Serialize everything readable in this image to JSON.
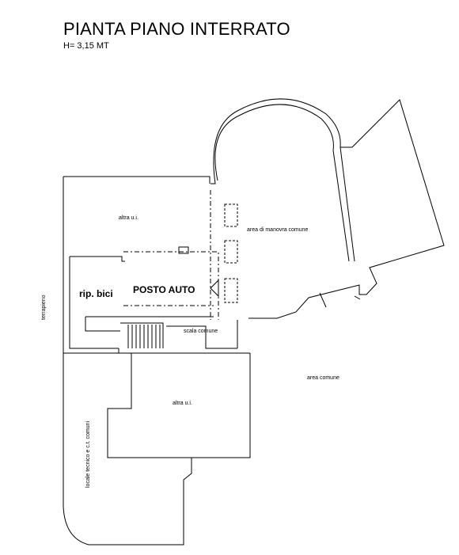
{
  "title": "PIANTA PIANO INTERRATO",
  "subtitle": "H= 3,15 MT",
  "rooms": {
    "altra_ui_top": "altra u.i.",
    "area_manovra": "area di manovra comune",
    "rip_bici": "rip. bici",
    "posto_auto": "POSTO AUTO",
    "scala_comune": "scala comune",
    "area_comune": "area comune",
    "altra_ui_bottom": "altra u.i.",
    "terrapieno": "terrapieno",
    "locale_tecnico": "locale tecnico e c.t. comuni"
  },
  "colors": {
    "line": "#000000",
    "background": "#ffffff"
  }
}
